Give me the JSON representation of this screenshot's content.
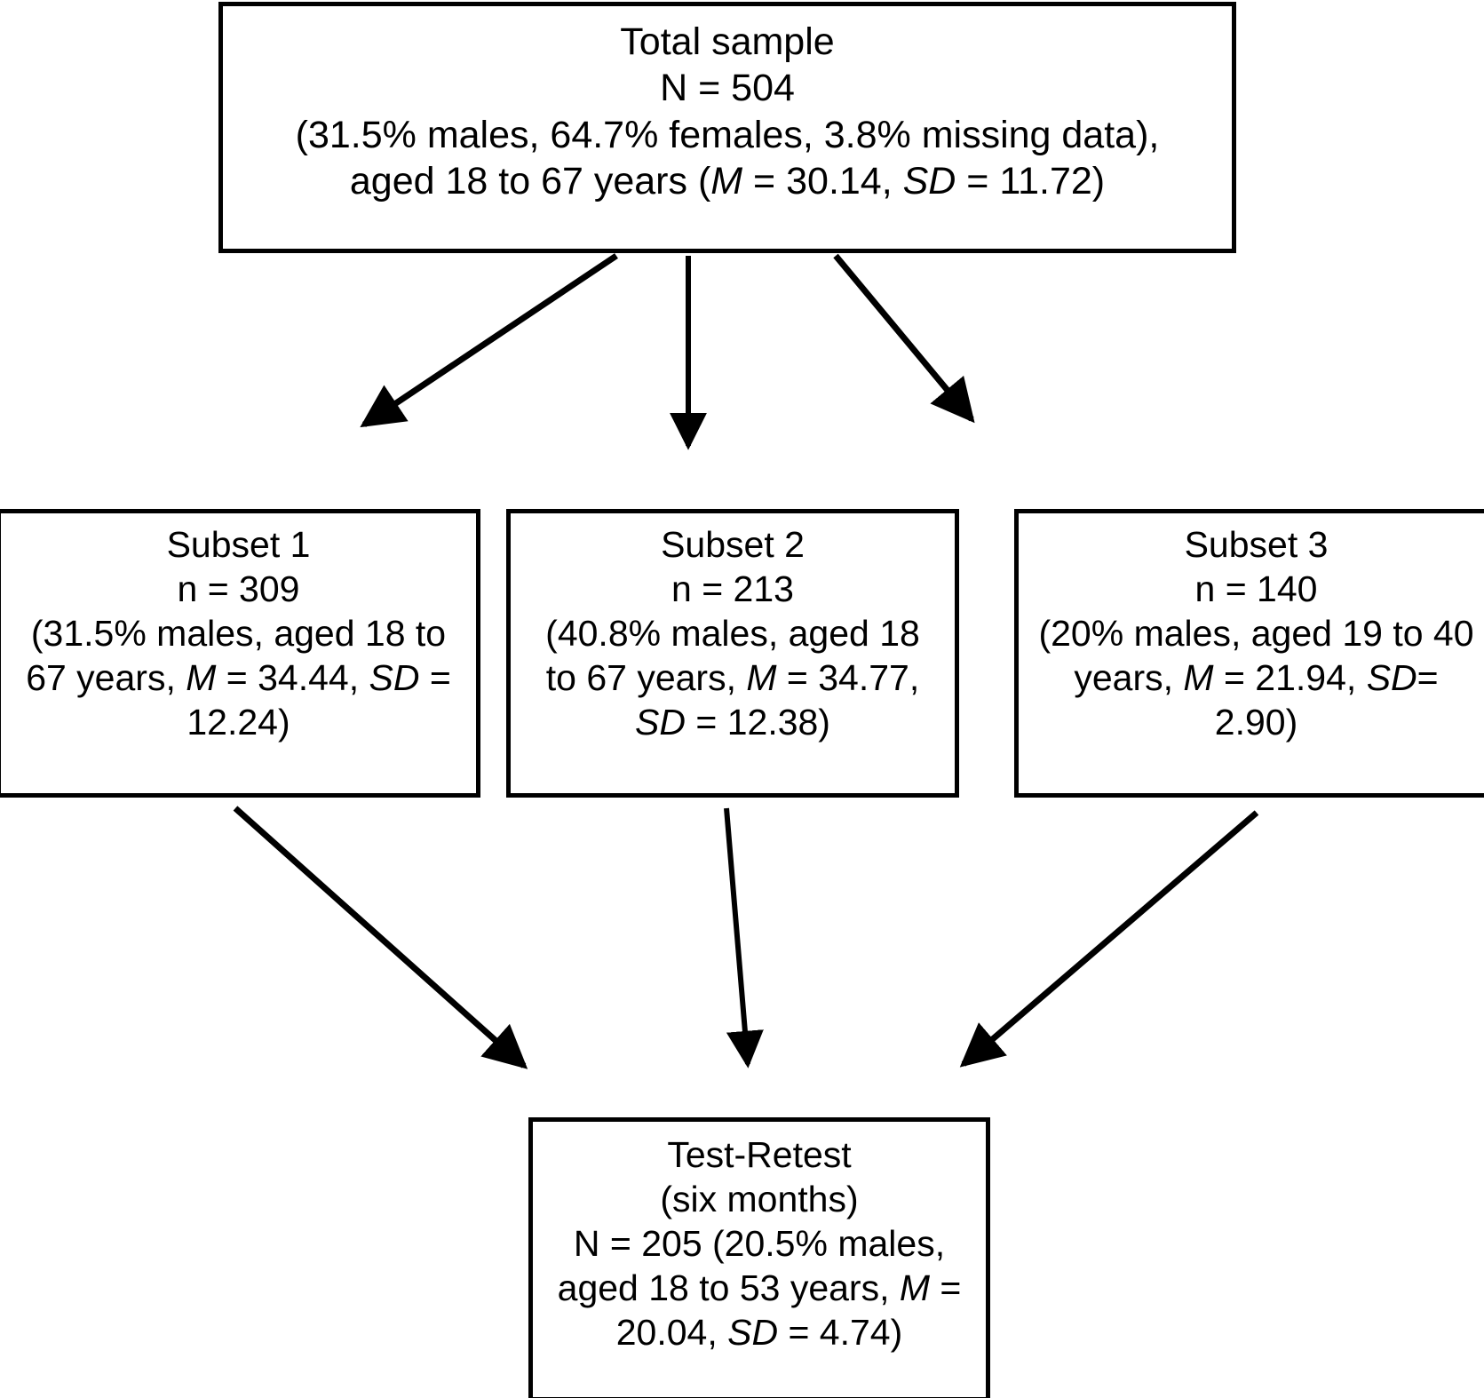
{
  "diagram": {
    "type": "flowchart",
    "title": "Study sample flow diagram",
    "background_color": "#ffffff",
    "line_color": "#000000",
    "nodes": [
      {
        "id": "total-sample",
        "name": "Total sample",
        "lines": [
          "Total sample",
          "N = 504",
          "(31.5% males, 64.7% females, 3.8% missing data),",
          "aged 18 to 67 years (M = 30.14, SD = 11.72)"
        ],
        "stats": {
          "N": 504,
          "males_pct": "31.5%",
          "females_pct": "64.7%",
          "missing_pct": "3.8%",
          "age_min": 18,
          "age_max": 67,
          "M": "30.14",
          "SD": "11.72"
        }
      },
      {
        "id": "subset-1",
        "name": "Subset 1",
        "lines": [
          "Subset 1",
          "n = 309",
          "(31.5% males, aged 18 to 67 years, M = 34.44, SD = 12.24)"
        ],
        "stats": {
          "n": 309,
          "males_pct": "31.5%",
          "age_min": 18,
          "age_max": 67,
          "M": "34.44",
          "SD": "12.24"
        }
      },
      {
        "id": "subset-2",
        "name": "Subset 2",
        "lines": [
          "Subset 2",
          "n = 213",
          "(40.8% males, aged 18 to 67 years, M = 34.77, SD = 12.38)"
        ],
        "stats": {
          "n": 213,
          "males_pct": "40.8%",
          "age_min": 18,
          "age_max": 67,
          "M": "34.77",
          "SD": "12.38"
        }
      },
      {
        "id": "subset-3",
        "name": "Subset 3",
        "lines": [
          "Subset 3",
          "n = 140",
          "(20% males, aged 19 to 40 years, M = 21.94, SD= 2.90)"
        ],
        "stats": {
          "n": 140,
          "males_pct": "20%",
          "age_min": 19,
          "age_max": 40,
          "M": "21.94",
          "SD": "2.90"
        }
      },
      {
        "id": "test-retest",
        "name": "Test-Retest",
        "lines": [
          "Test-Retest",
          "(six months)",
          "N = 205 (20.5% males, aged 18 to 53 years, M = 20.04, SD  = 4.74)"
        ],
        "stats": {
          "N": 205,
          "males_pct": "20.5%",
          "age_min": 18,
          "age_max": 53,
          "M": "20.04",
          "SD": "4.74",
          "interval": "six months"
        }
      }
    ],
    "edges": [
      {
        "from": "total-sample",
        "to": "subset-1",
        "style": "solid-arrow"
      },
      {
        "from": "total-sample",
        "to": "subset-2",
        "style": "solid-arrow"
      },
      {
        "from": "total-sample",
        "to": "subset-3",
        "style": "solid-arrow"
      },
      {
        "from": "subset-1",
        "to": "test-retest",
        "style": "solid-arrow"
      },
      {
        "from": "subset-2",
        "to": "test-retest",
        "style": "solid-arrow"
      },
      {
        "from": "subset-3",
        "to": "test-retest",
        "style": "solid-arrow"
      }
    ]
  },
  "total": {
    "l1": "Total sample",
    "l2": "N = 504",
    "l3": "(31.5% males, 64.7% females, 3.8% missing data),",
    "l4_a": "aged 18 to 67 years (",
    "l4_M": "M",
    "l4_b": " = 30.14, ",
    "l4_SD": "SD",
    "l4_c": " = 11.72)"
  },
  "subset1": {
    "l1": "Subset 1",
    "l2": "n = 309",
    "l3_a": "(31.5% males, aged 18 to 67 years, ",
    "l3_M": "M",
    "l3_b": " = 34.44, ",
    "l3_SD": "SD",
    "l3_c": " = 12.24)"
  },
  "subset2": {
    "l1": "Subset 2",
    "l2": "n = 213",
    "l3_a": "(40.8% males, aged 18 to 67 years, ",
    "l3_M": "M",
    "l3_b": " = 34.77, ",
    "l3_SD": "SD",
    "l3_c": " = 12.38)"
  },
  "subset3": {
    "l1": "Subset 3",
    "l2": "n = 140",
    "l3_a": "(20% males, aged 19 to 40 years, ",
    "l3_M": "M",
    "l3_b": " = 21.94, ",
    "l3_SD": "SD",
    "l3_c": "= 2.90)"
  },
  "retest": {
    "l1": "Test-Retest",
    "l2": "(six months)",
    "l3_a": "N = 205 (20.5% males, aged 18 to 53 years, ",
    "l3_M": "M",
    "l3_b": " = 20.04, ",
    "l3_SD": "SD",
    "l3_c": "  = 4.74)"
  }
}
